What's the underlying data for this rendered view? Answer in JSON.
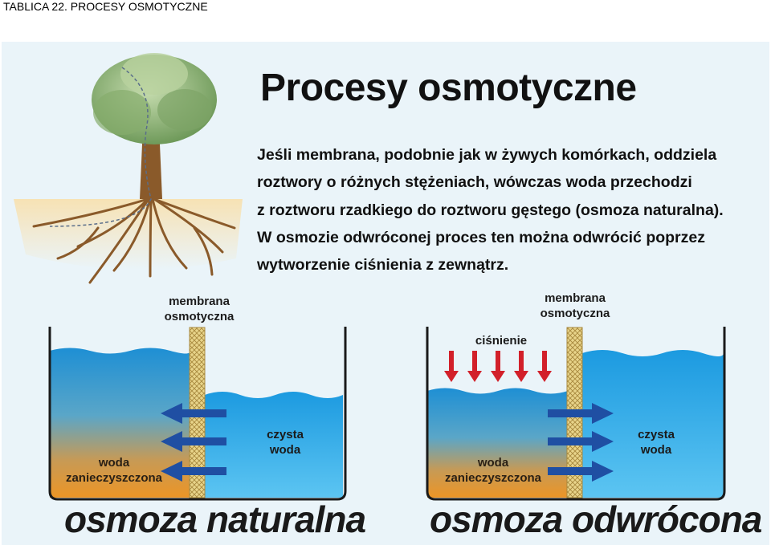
{
  "header": {
    "label": "TABLICA 22. PROCESY OSMOTYCZNE"
  },
  "title": "Procesy osmotyczne",
  "description_lines": [
    "Jeśli membrana, podobnie jak w żywych komórkach, oddziela",
    "roztwory o różnych stężeniach, wówczas woda przechodzi",
    "z roztworu rzadkiego do roztworu gęstego (osmoza naturalna).",
    "W osmozie odwróconej proces ten można odwrócić poprzez",
    "wytworzenie ciśnienia z zewnątrz."
  ],
  "left_diagram": {
    "membrane_label": [
      "membrana",
      "osmotyczna"
    ],
    "polluted_label": [
      "woda",
      "zanieczyszczona"
    ],
    "clean_label": [
      "czysta",
      "woda"
    ],
    "caption": "osmoza naturalna"
  },
  "right_diagram": {
    "membrane_label": [
      "membrana",
      "osmotyczna"
    ],
    "pressure_label": "ciśnienie",
    "polluted_label": [
      "woda",
      "zanieczyszczona"
    ],
    "clean_label": [
      "czysta",
      "woda"
    ],
    "caption": "osmoza odwrócona"
  },
  "colors": {
    "water_top": "#1e96d8",
    "water_bottom": "#e8962a",
    "clean_water": "#2aa8e8",
    "arrow_blue": "#1f4fa3",
    "arrow_red": "#d2202a",
    "membrane": "#e6cc7a"
  }
}
